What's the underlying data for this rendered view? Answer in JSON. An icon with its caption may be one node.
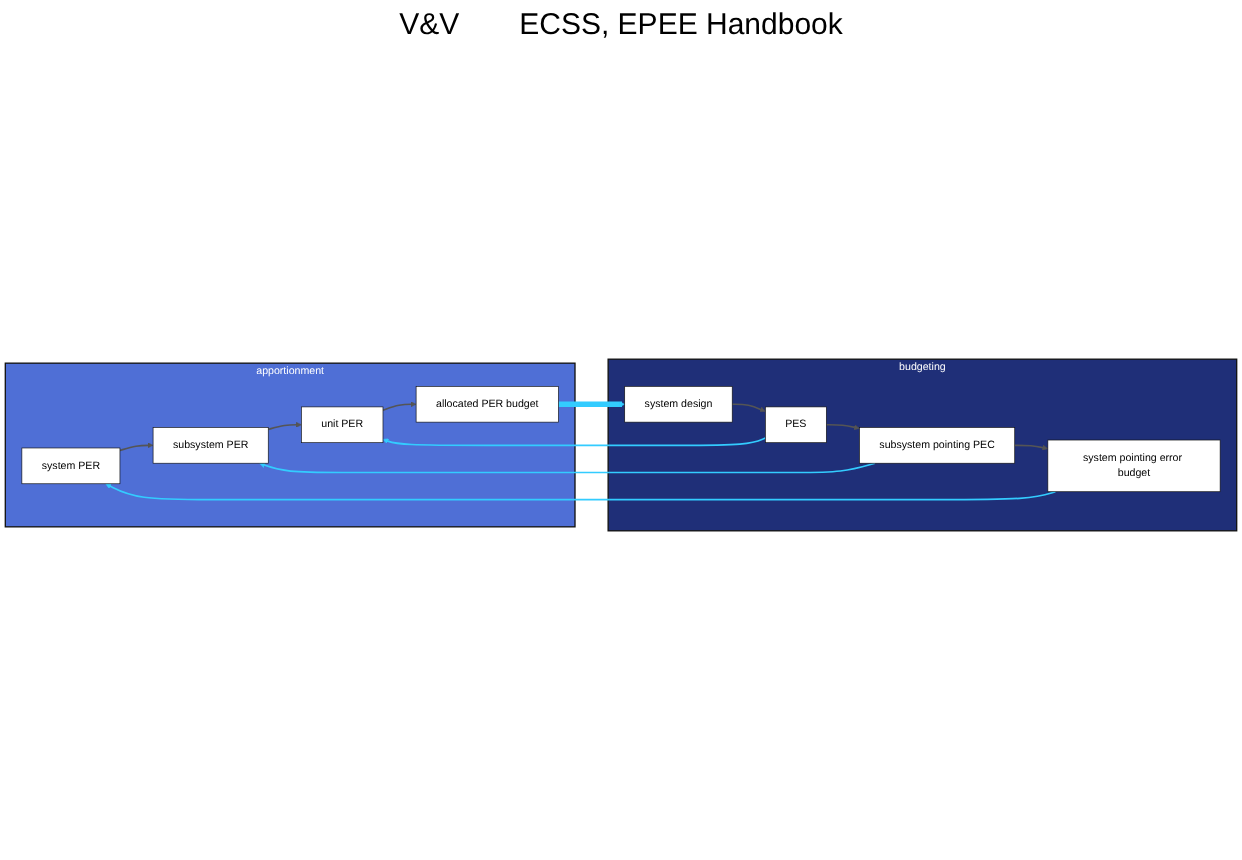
{
  "diagram": {
    "nodes": [
      {
        "text": [
          "apportionment"
        ]
      },
      {
        "text": [
          "system PER"
        ],
        "in": 0
      },
      {
        "text": [
          "subsystem PER"
        ],
        "in": 0
      },
      {
        "text": [
          "unit PER"
        ],
        "in": 0
      },
      {
        "text": [
          "allocated PER budget"
        ],
        "in": 0
      },
      {
        "text": [
          "budgeting"
        ]
      },
      {
        "text": [
          "system pointing error budget"
        ],
        "in": 5
      },
      {
        "text": [
          "subsystem pointing PEC"
        ],
        "in": 5
      },
      {
        "text": [
          "PES"
        ],
        "in": 5
      },
      {
        "text": [
          "system design"
        ],
        "in": 5
      }
    ],
    "edges": [
      {
        "from": 1,
        "to": 2,
        "arrow": "to"
      },
      {
        "from": 2,
        "to": 3,
        "arrow": "to"
      },
      {
        "from": 3,
        "to": 4,
        "arrow": "to"
      },
      {
        "from": 4,
        "to": 9,
        "arrow": "to",
        "style": "thick",
        "color": "#33ccff"
      },
      {
        "from": 9,
        "to": 8,
        "arrow": "to"
      },
      {
        "from": 8,
        "to": 7,
        "arrow": "to"
      },
      {
        "from": 7,
        "to": 6,
        "arrow": "to"
      },
      {
        "from": 6,
        "to": 1,
        "arrow": "to",
        "color": "#33ccff"
      },
      {
        "from": 7,
        "to": 2,
        "arrow": "to",
        "color": "#33ccff"
      },
      {
        "from": 8,
        "to": 3,
        "arrow": "to",
        "color": "#33ccff"
      }
    ],
    "labels": [
      "V&V",
      "ECSS, EPEE Handbook"
    ]
  }
}
